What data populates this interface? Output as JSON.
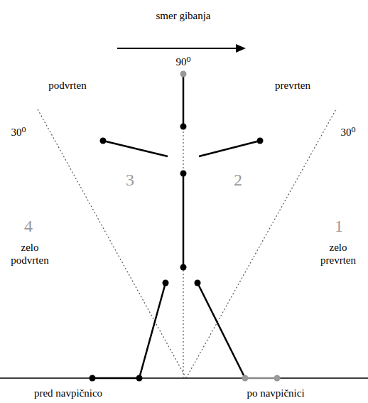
{
  "diagram": {
    "labels": [
      "smer gibanja",
      "90⁰",
      "podvrten",
      "prevrten",
      "30⁰",
      "30⁰",
      "3",
      "2",
      "4",
      "1",
      "zelo podvrten",
      "zelo prevrten",
      "pred navpičnico",
      "po navpičnici"
    ]
  }
}
